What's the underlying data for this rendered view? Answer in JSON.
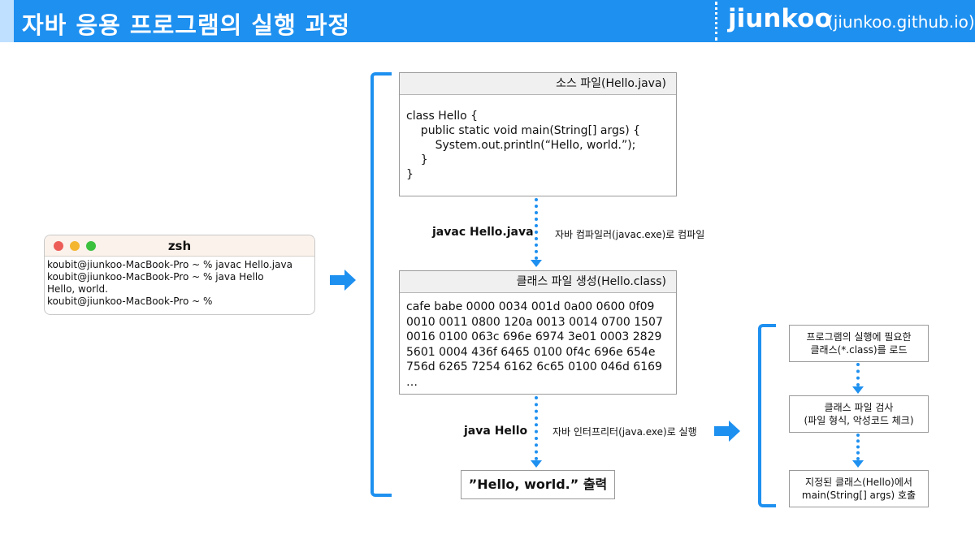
{
  "header": {
    "title": "자바 응용 프로그램의 실행 과정",
    "brand": "jiunkoo",
    "url": "(jiunkoo.github.io)"
  },
  "terminal": {
    "title": "zsh",
    "lines": [
      "koubit@jiunkoo-MacBook-Pro ~ % javac Hello.java",
      "koubit@jiunkoo-MacBook-Pro ~ % java Hello",
      "Hello, world.",
      "koubit@jiunkoo-MacBook-Pro ~ %"
    ]
  },
  "source_file": {
    "title": "소스 파일(Hello.java)",
    "code": "class Hello {\n    public static void main(String[] args) {\n        System.out.println(“Hello, world.”);\n    }\n}"
  },
  "compile_step": {
    "command": "javac Hello.java",
    "description": "자바 컴파일러(javac.exe)로 컴파일"
  },
  "class_file": {
    "title": "클래스 파일 생성(Hello.class)",
    "hex": "cafe babe 0000 0034 001d 0a00 0600 0f09\n0010 0011 0800 120a 0013 0014 0700 1507\n0016 0100 063c 696e 6974 3e01 0003 2829\n5601 0004 436f 6465 0100 0f4c 696e 654e\n756d 6265 7254 6162 6c65 0100 046d 6169\n…"
  },
  "run_step": {
    "command": "java Hello",
    "description": "자바 인터프리터(java.exe)로 실행"
  },
  "output": {
    "text": "”Hello, world.” 출력"
  },
  "jvm_steps": [
    {
      "line1": "프로그램의 실행에 필요한",
      "line2": "클래스(*.class)를 로드"
    },
    {
      "line1": "클래스 파일 검사",
      "line2": "(파일 형식, 악성코드 체크)"
    },
    {
      "line1": "지정된 클래스(Hello)에서",
      "line2": "main(String[] args) 호출"
    }
  ],
  "colors": {
    "accent": "#1e90f0",
    "header_strip": "#bfe0ff"
  }
}
